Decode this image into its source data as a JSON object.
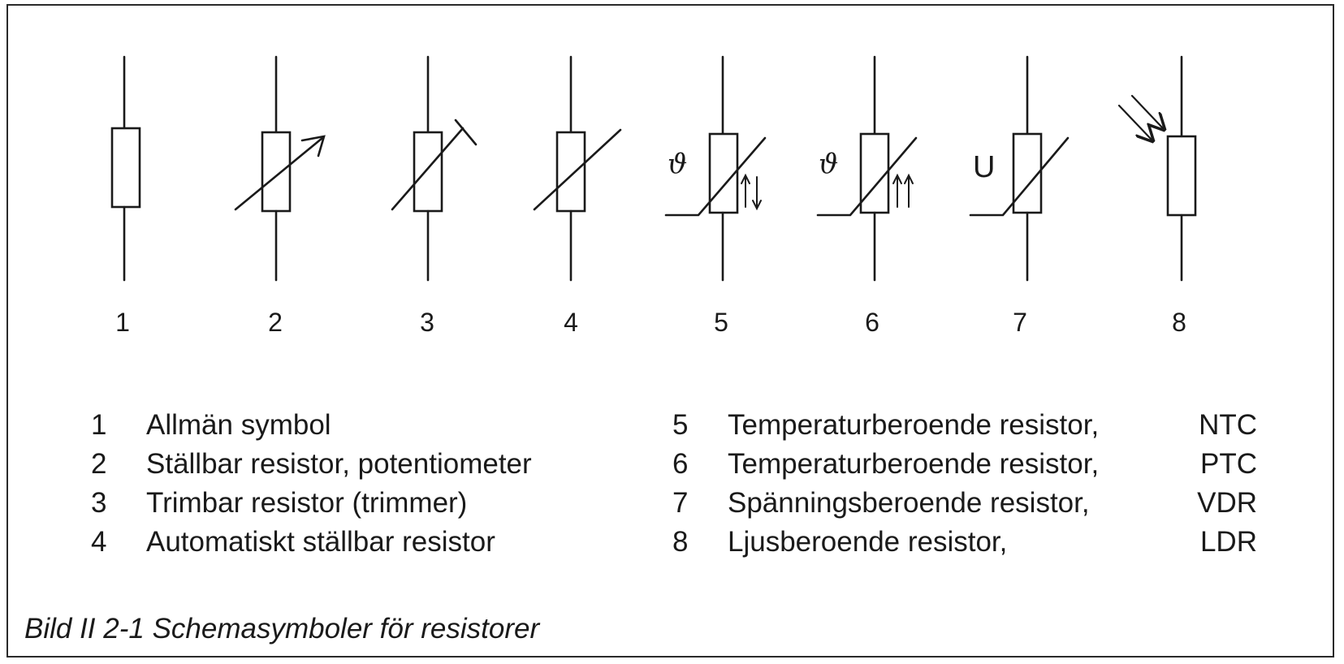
{
  "symbols": [
    {
      "number": "1",
      "kind": "plain"
    },
    {
      "number": "2",
      "kind": "arrow"
    },
    {
      "number": "3",
      "kind": "trimmer"
    },
    {
      "number": "4",
      "kind": "slash"
    },
    {
      "number": "5",
      "kind": "ntc",
      "mark": "ϑ"
    },
    {
      "number": "6",
      "kind": "ptc",
      "mark": "ϑ"
    },
    {
      "number": "7",
      "kind": "vdr",
      "mark": "U"
    },
    {
      "number": "8",
      "kind": "ldr"
    }
  ],
  "legend_left": [
    {
      "n": "1",
      "text": "Allmän symbol"
    },
    {
      "n": "2",
      "text": "Ställbar resistor, potentiometer"
    },
    {
      "n": "3",
      "text": "Trimbar resistor (trimmer)"
    },
    {
      "n": "4",
      "text": "Automatiskt ställbar resistor"
    }
  ],
  "legend_right": [
    {
      "n": "5",
      "text": "Temperaturberoende resistor,",
      "code": "NTC"
    },
    {
      "n": "6",
      "text": "Temperaturberoende resistor,",
      "code": "PTC"
    },
    {
      "n": "7",
      "text": "Spänningsberoende resistor,",
      "code": "VDR"
    },
    {
      "n": "8",
      "text": "Ljusberoende resistor,",
      "code": "LDR"
    }
  ],
  "caption": "Bild II 2-1  Schemasymboler för resistorer"
}
